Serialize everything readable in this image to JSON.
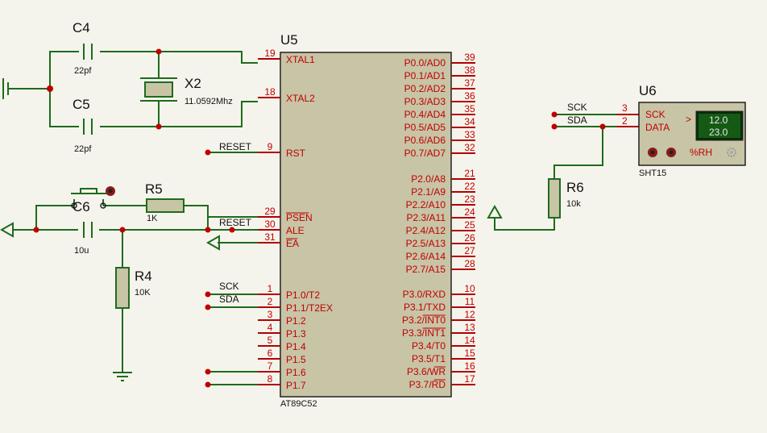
{
  "components": {
    "u5": {
      "ref": "U5",
      "type": "AT89C52"
    },
    "u6": {
      "ref": "U6",
      "type": "SHT15",
      "pins": {
        "sck": "SCK",
        "data": "DATA"
      },
      "display": {
        "line1": "12.0",
        "line2": "23.0",
        "arrow": ">",
        "rh": "%RH"
      }
    },
    "c4": {
      "ref": "C4",
      "value": "22pf"
    },
    "c5": {
      "ref": "C5",
      "value": "22pf"
    },
    "c6": {
      "ref": "C6",
      "value": "10u"
    },
    "x2": {
      "ref": "X2",
      "value": "11.0592Mhz"
    },
    "r4": {
      "ref": "R4",
      "value": "10K"
    },
    "r5": {
      "ref": "R5",
      "value": "1K"
    },
    "r6": {
      "ref": "R6",
      "value": "10k"
    }
  },
  "left_pins": [
    {
      "num": "19",
      "name": "XTAL1"
    },
    {
      "num": "18",
      "name": "XTAL2"
    },
    {
      "num": "9",
      "name": "RST"
    },
    {
      "num": "29",
      "name": "PSEN"
    },
    {
      "num": "30",
      "name": "ALE"
    },
    {
      "num": "31",
      "name": "EA"
    },
    {
      "num": "1",
      "name": "P1.0/T2"
    },
    {
      "num": "2",
      "name": "P1.1/T2EX"
    },
    {
      "num": "3",
      "name": "P1.2"
    },
    {
      "num": "4",
      "name": "P1.3"
    },
    {
      "num": "5",
      "name": "P1.4"
    },
    {
      "num": "6",
      "name": "P1.5"
    },
    {
      "num": "7",
      "name": "P1.6"
    },
    {
      "num": "8",
      "name": "P1.7"
    }
  ],
  "right_pins": [
    {
      "num": "39",
      "name": "P0.0/AD0"
    },
    {
      "num": "38",
      "name": "P0.1/AD1"
    },
    {
      "num": "37",
      "name": "P0.2/AD2"
    },
    {
      "num": "36",
      "name": "P0.3/AD3"
    },
    {
      "num": "35",
      "name": "P0.4/AD4"
    },
    {
      "num": "34",
      "name": "P0.5/AD5"
    },
    {
      "num": "33",
      "name": "P0.6/AD6"
    },
    {
      "num": "32",
      "name": "P0.7/AD7"
    },
    {
      "num": "21",
      "name": "P2.0/A8"
    },
    {
      "num": "22",
      "name": "P2.1/A9"
    },
    {
      "num": "23",
      "name": "P2.2/A10"
    },
    {
      "num": "24",
      "name": "P2.3/A11"
    },
    {
      "num": "25",
      "name": "P2.4/A12"
    },
    {
      "num": "26",
      "name": "P2.5/A13"
    },
    {
      "num": "27",
      "name": "P2.6/A14"
    },
    {
      "num": "28",
      "name": "P2.7/A15"
    },
    {
      "num": "10",
      "name": "P3.0/RXD"
    },
    {
      "num": "11",
      "name": "P3.1/TXD"
    },
    {
      "num": "12",
      "name": "P3.2/INT0"
    },
    {
      "num": "13",
      "name": "P3.3/INT1"
    },
    {
      "num": "14",
      "name": "P3.4/T0"
    },
    {
      "num": "15",
      "name": "P3.5/T1"
    },
    {
      "num": "16",
      "name": "P3.6/WR"
    },
    {
      "num": "17",
      "name": "P3.7/RD"
    }
  ],
  "u6_pin_nums": {
    "sck": "3",
    "data": "2"
  },
  "net_labels": {
    "reset_rst": "RESET",
    "reset_cap": "RESET",
    "sck_mcu": "SCK",
    "sda_mcu": "SDA",
    "sck_sensor": "SCK",
    "sda_sensor": "SDA"
  },
  "colors": {
    "wire": "#1e6b1e",
    "pin": "#b00000",
    "body": "#c8c4a6",
    "background": "#f5f4ec"
  }
}
